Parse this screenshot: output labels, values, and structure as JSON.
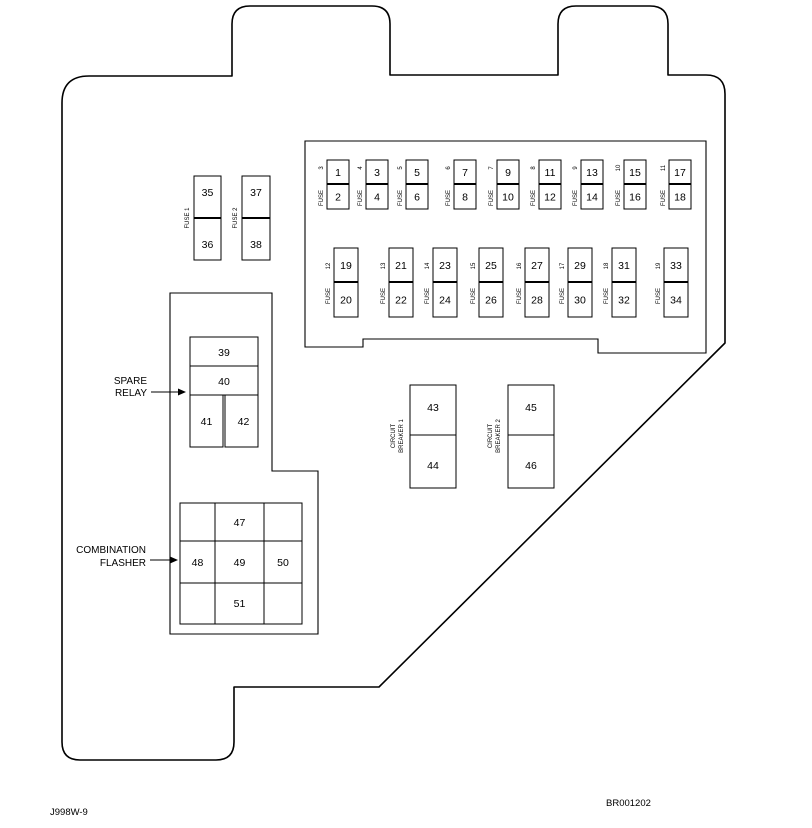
{
  "labels": {
    "fuse": "FUSE",
    "fuse_1": "FUSE 1",
    "fuse_2": "FUSE 2",
    "spare_relay_line1": "SPARE",
    "spare_relay_line2": "RELAY",
    "combination_flasher_line1": "COMBINATION",
    "combination_flasher_line2": "FLASHER",
    "circuit_breaker_1_line1": "CIRCUIT",
    "circuit_breaker_1_line2": "BREAKER 1",
    "circuit_breaker_2_line1": "CIRCUIT",
    "circuit_breaker_2_line2": "BREAKER 2"
  },
  "fuse_row_top": [
    {
      "index": "3",
      "top": "1",
      "bottom": "2"
    },
    {
      "index": "4",
      "top": "3",
      "bottom": "4"
    },
    {
      "index": "5",
      "top": "5",
      "bottom": "6"
    },
    {
      "index": "6",
      "top": "7",
      "bottom": "8"
    },
    {
      "index": "7",
      "top": "9",
      "bottom": "10"
    },
    {
      "index": "8",
      "top": "11",
      "bottom": "12"
    },
    {
      "index": "9",
      "top": "13",
      "bottom": "14"
    },
    {
      "index": "10",
      "top": "15",
      "bottom": "16"
    },
    {
      "index": "11",
      "top": "17",
      "bottom": "18"
    }
  ],
  "fuse_row_bottom": [
    {
      "index": "12",
      "top": "19",
      "bottom": "20"
    },
    {
      "index": "13",
      "top": "21",
      "bottom": "22"
    },
    {
      "index": "14",
      "top": "23",
      "bottom": "24"
    },
    {
      "index": "15",
      "top": "25",
      "bottom": "26"
    },
    {
      "index": "16",
      "top": "27",
      "bottom": "28"
    },
    {
      "index": "17",
      "top": "29",
      "bottom": "30"
    },
    {
      "index": "18",
      "top": "31",
      "bottom": "32"
    },
    {
      "index": "19",
      "top": "33",
      "bottom": "34"
    }
  ],
  "main_fuses": [
    {
      "top": "35",
      "bottom": "36"
    },
    {
      "top": "37",
      "bottom": "38"
    }
  ],
  "relay_block": {
    "top": "39",
    "middle": "40",
    "left": "41",
    "right": "42"
  },
  "circuit_breakers": [
    {
      "top": "43",
      "bottom": "44"
    },
    {
      "top": "45",
      "bottom": "46"
    }
  ],
  "flasher_block": {
    "top": "47",
    "left": "48",
    "center": "49",
    "right": "50",
    "bottom": "51"
  },
  "footer": {
    "figure_id": "J998W-9",
    "ref_id": "BR001202"
  }
}
